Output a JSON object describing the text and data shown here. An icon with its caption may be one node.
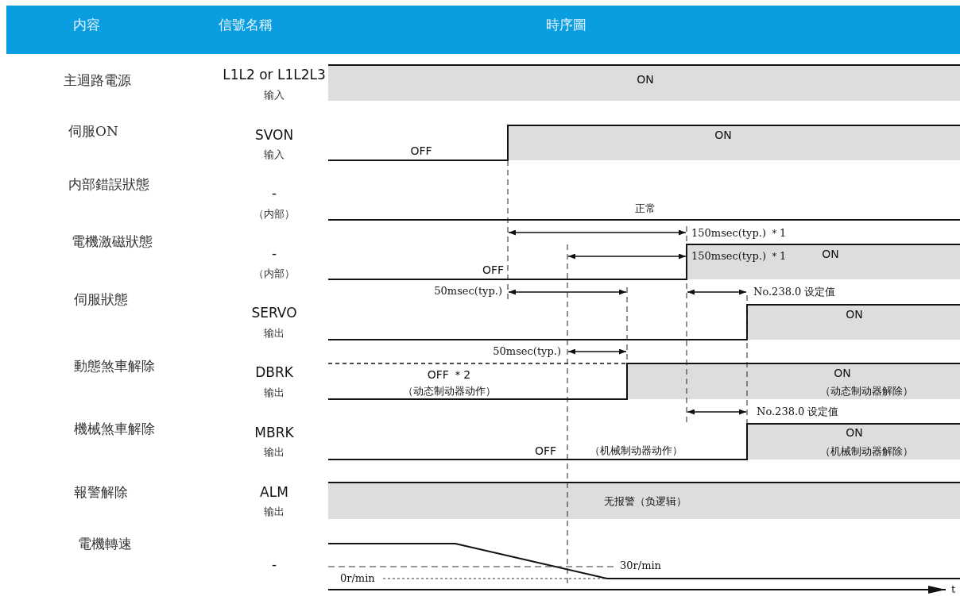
{
  "diagram": {
    "labels": [
      "内容",
      "信號名稱",
      "時序圖",
      "主迴路電源",
      "L1L2 or L1L2L3",
      "输入",
      "ON",
      "伺服ON",
      "SVON",
      "输入",
      "OFF",
      "ON",
      "内部錯誤狀態",
      "-",
      "（内部）",
      "正常",
      "150msec(typ.) ＊1",
      "電機激磁狀態",
      "-",
      "（内部）",
      "OFF",
      "150msec(typ.) ＊1",
      "ON",
      "50msec(typ.)",
      "No.238.0 设定值",
      "伺服狀態",
      "SERVO",
      "输出",
      "ON",
      "50msec(typ.)",
      "動態煞車解除",
      "DBRK",
      "输出",
      "OFF ＊2",
      "（动态制动器动作）",
      "ON",
      "（动态制动器解除）",
      "No.238.0 设定值",
      "機械煞車解除",
      "MBRK",
      "输出",
      "OFF",
      "（机械制动器动作）",
      "ON",
      "（机械制动器解除）",
      "報警解除",
      "ALM",
      "输出",
      "无报警（负逻辑）",
      "電機轉速",
      "-",
      "30r/min",
      "0r/min",
      "t"
    ]
  }
}
